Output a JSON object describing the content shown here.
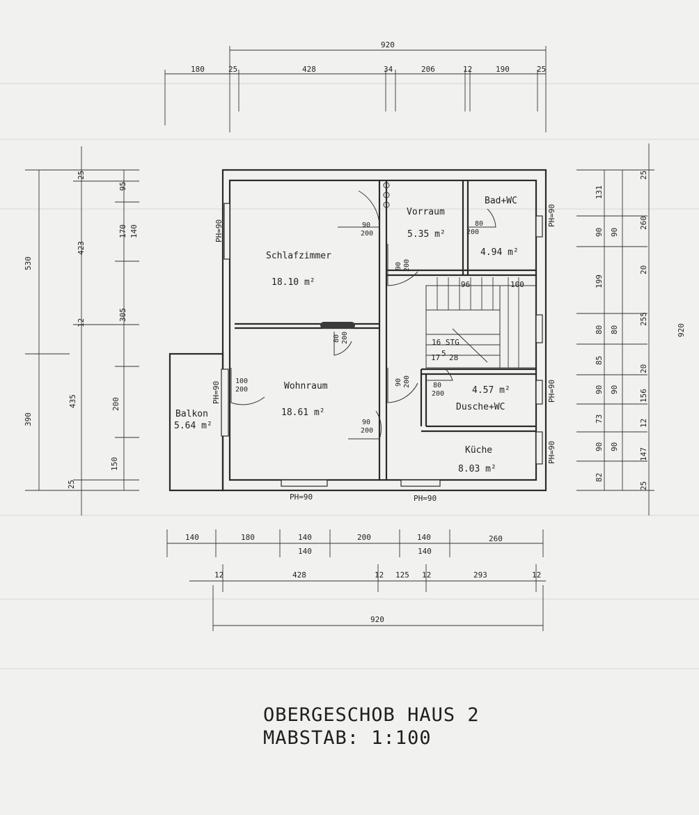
{
  "drawing": {
    "title": "OBERGESCHOB HAUS 2",
    "scale": "MABSTAB: 1:100"
  },
  "rooms": [
    {
      "name": "Schlafzimmer",
      "area": "18.10 m²"
    },
    {
      "name": "Vorraum",
      "area": "5.35 m²"
    },
    {
      "name": "Bad+WC",
      "area": "4.94 m²"
    },
    {
      "name": "Wohnraum",
      "area": "18.61 m²"
    },
    {
      "name": "Balkon",
      "area": "5.64 m²"
    },
    {
      "name": "Dusche+WC",
      "area": "4.57 m²"
    },
    {
      "name": "Küche",
      "area": "8.03 m²"
    }
  ],
  "doors": [
    {
      "w": "90",
      "h": "200"
    },
    {
      "w": "80",
      "h": "200"
    },
    {
      "w": "90",
      "h": "200"
    },
    {
      "w": "100",
      "h": "200"
    },
    {
      "w": "90",
      "h": "200"
    },
    {
      "w": "90",
      "h": "200"
    },
    {
      "w": "80",
      "h": "200"
    },
    {
      "w": "80",
      "h": "200"
    }
  ],
  "windows": {
    "label": "PH=90"
  },
  "stairs": {
    "steps": "16 STG",
    "rise_run_a": "17",
    "rise_run_b": "5",
    "rise_run_c": "28",
    "width_a": "96",
    "width_b": "100"
  },
  "dimensions": {
    "top_total": "920",
    "top_chain": [
      "180",
      "25",
      "428",
      "34",
      "206",
      "12",
      "190",
      "25"
    ],
    "bottom_row1": [
      "140",
      "180",
      "140",
      "200",
      "140",
      "260"
    ],
    "bottom_row1_sub": [
      "140",
      "140"
    ],
    "bottom_row2": [
      "12",
      "428",
      "12",
      "125",
      "12",
      "293",
      "12"
    ],
    "bottom_total": "920",
    "left_outer": [
      "530",
      "390"
    ],
    "left_mid": [
      "25",
      "423",
      "12",
      "435",
      "25"
    ],
    "left_inner": [
      "95",
      "170",
      "140",
      "305",
      "200",
      "150"
    ],
    "right_inner": [
      "131",
      "90",
      "199",
      "80",
      "85",
      "90",
      "73",
      "90",
      "82"
    ],
    "right_mid": [
      "90",
      "80",
      "90",
      "90"
    ],
    "right_outer": [
      "25",
      "260",
      "20",
      "255",
      "20",
      "156",
      "12",
      "147",
      "25"
    ],
    "right_total": "920"
  }
}
